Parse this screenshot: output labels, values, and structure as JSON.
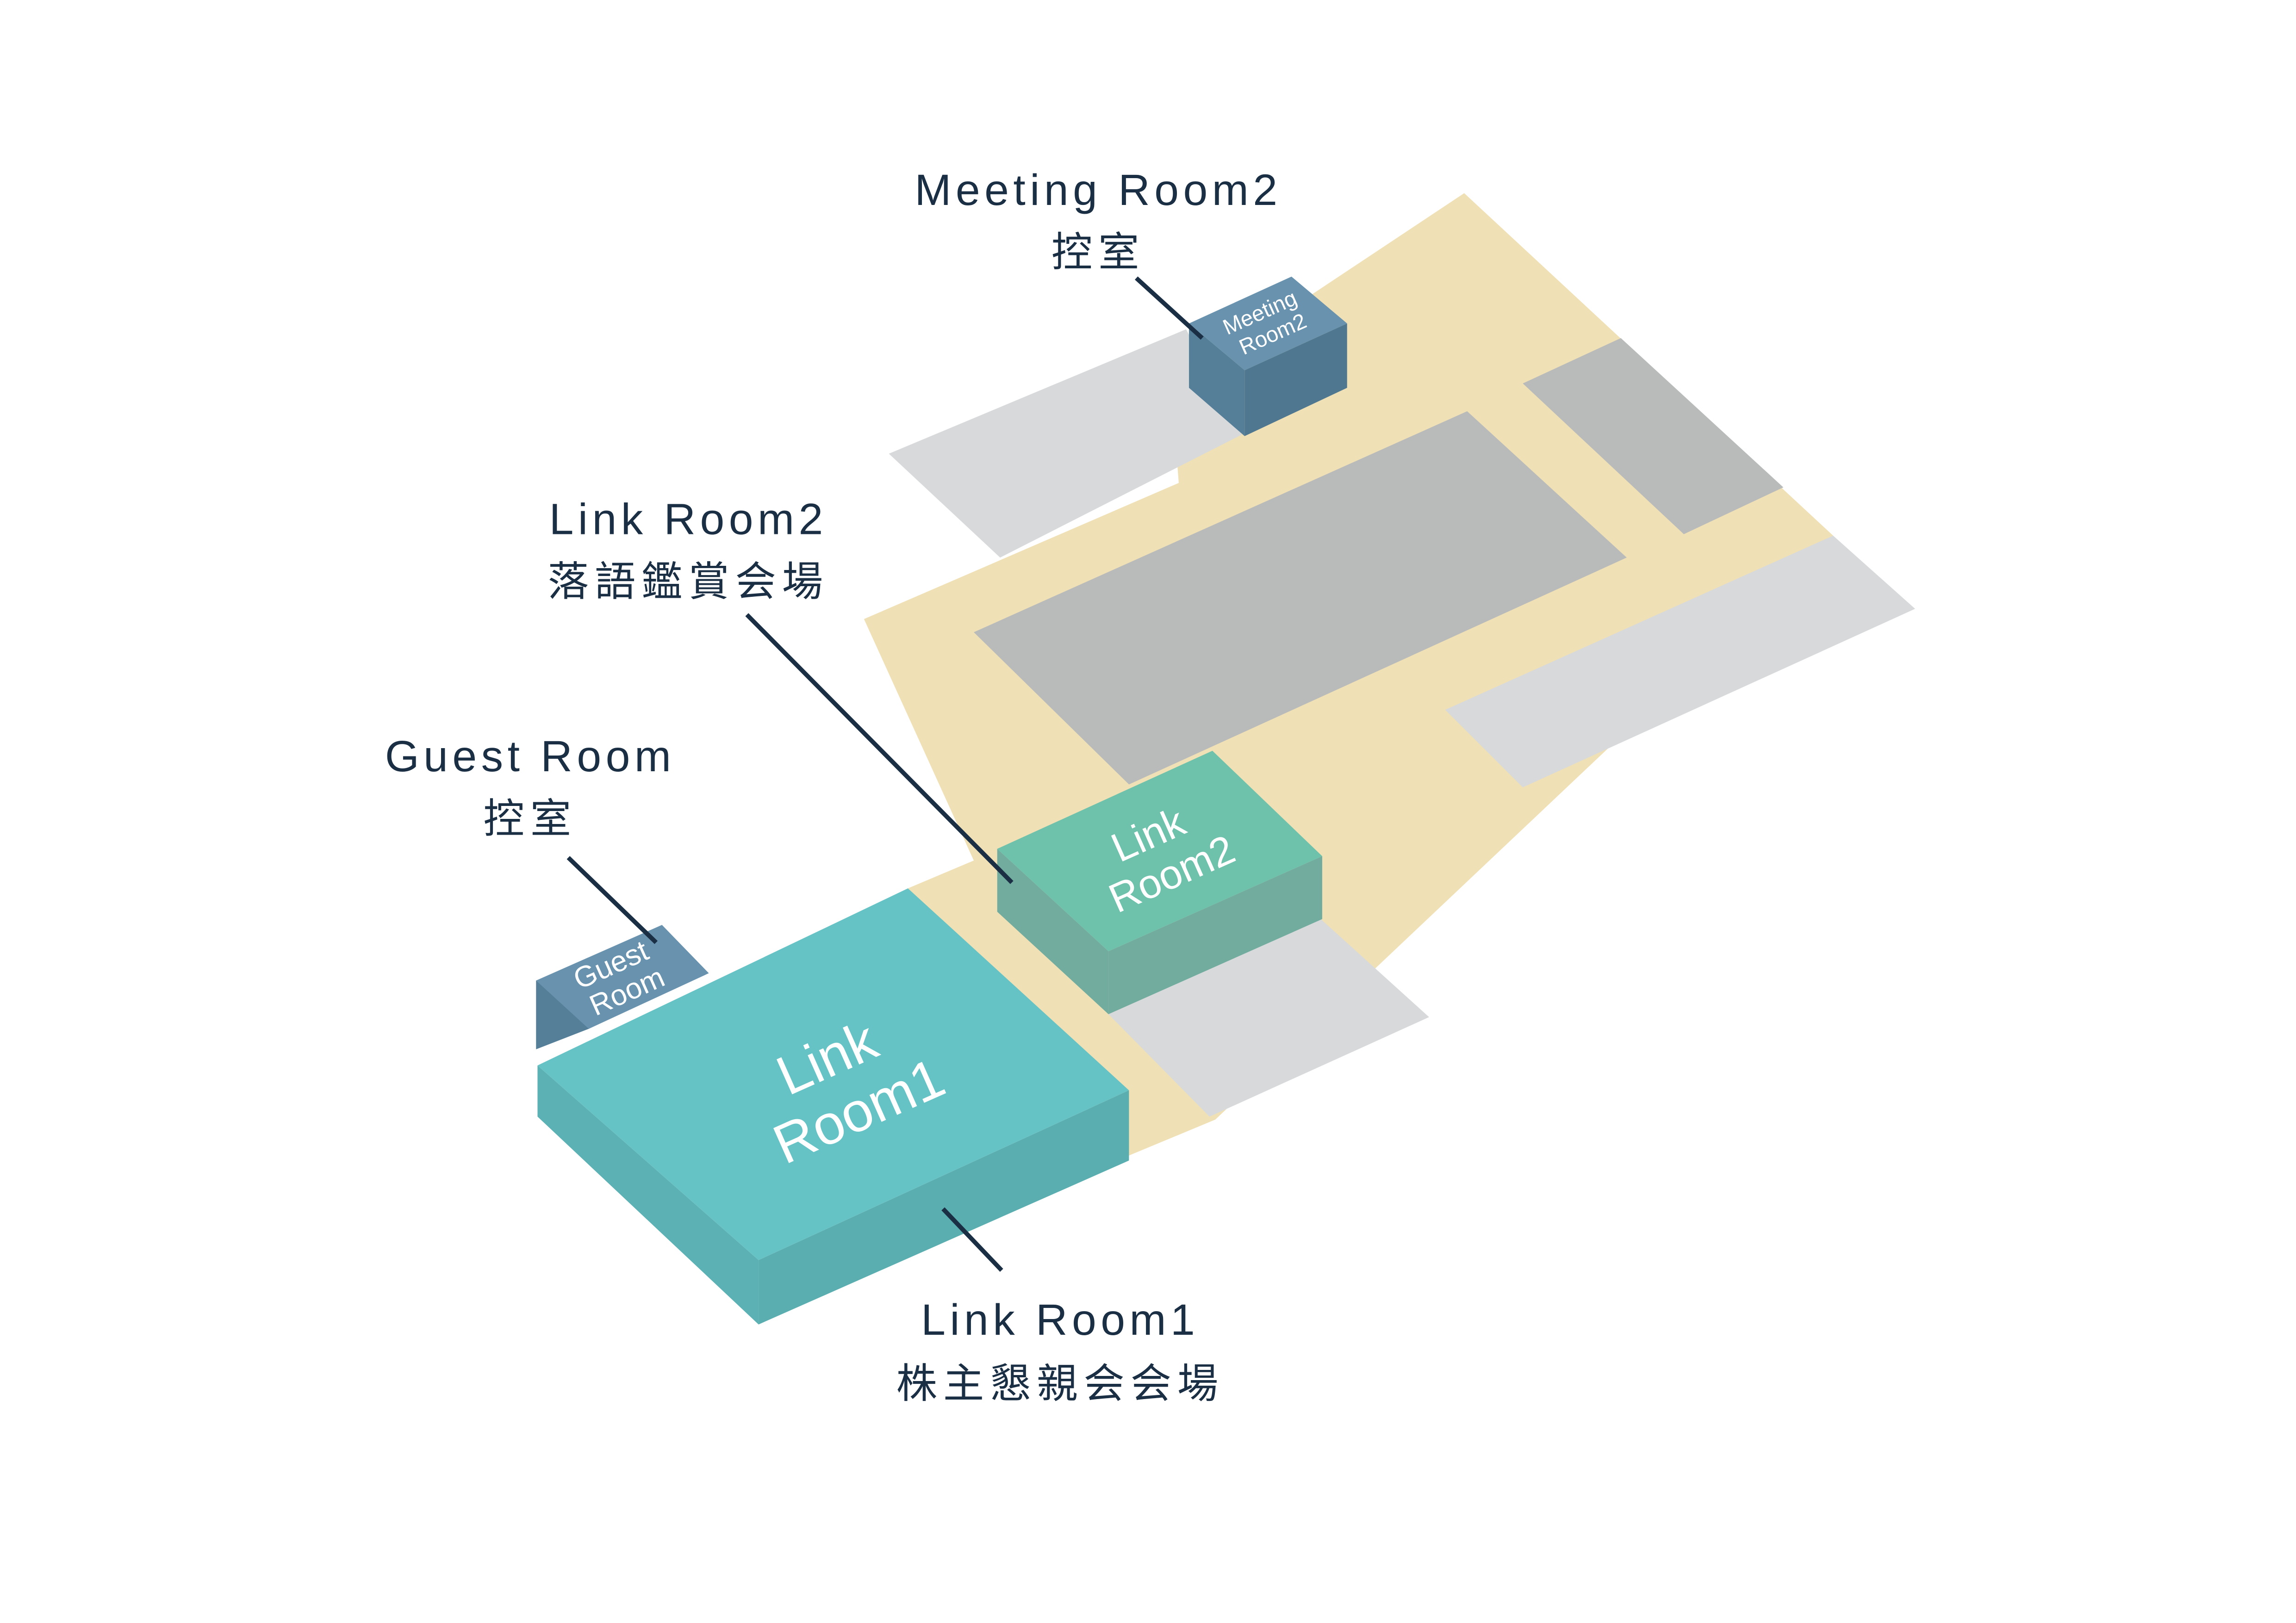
{
  "colors": {
    "background": "#ffffff",
    "corridor": "#f0e0b5",
    "building_dark": "#b9bbba",
    "building_light": "#d7d9da",
    "link_room1_top": "#66c3c5",
    "link_room1_side": "#5bb1b3",
    "link_room2_top": "#6ec2ab",
    "link_room2_side": "#72ac9e",
    "small_room_top": "#6892ae",
    "small_room_side": "#557f98",
    "label_text": "#1a2e44"
  },
  "rooms": {
    "meeting_room2": {
      "name": "Meeting Room2",
      "label_line1": "Meeting",
      "label_line2": "Room2"
    },
    "guest_room": {
      "name": "Guest Room",
      "label_line1": "Guest",
      "label_line2": "Room"
    },
    "link_room1": {
      "name": "Link Room1",
      "label_line1": "Link",
      "label_line2": "Room1"
    },
    "link_room2": {
      "name": "Link Room2",
      "label_line1": "Link",
      "label_line2": "Room2"
    }
  },
  "callouts": {
    "meeting_room2": {
      "title": "Meeting Room2",
      "subtitle": "控室"
    },
    "link_room2": {
      "title": "Link Room2",
      "subtitle": "落語鑑賞会場"
    },
    "guest_room": {
      "title": "Guest Room",
      "subtitle": "控室"
    },
    "link_room1": {
      "title": "Link Room1",
      "subtitle": "株主懇親会会場"
    }
  }
}
